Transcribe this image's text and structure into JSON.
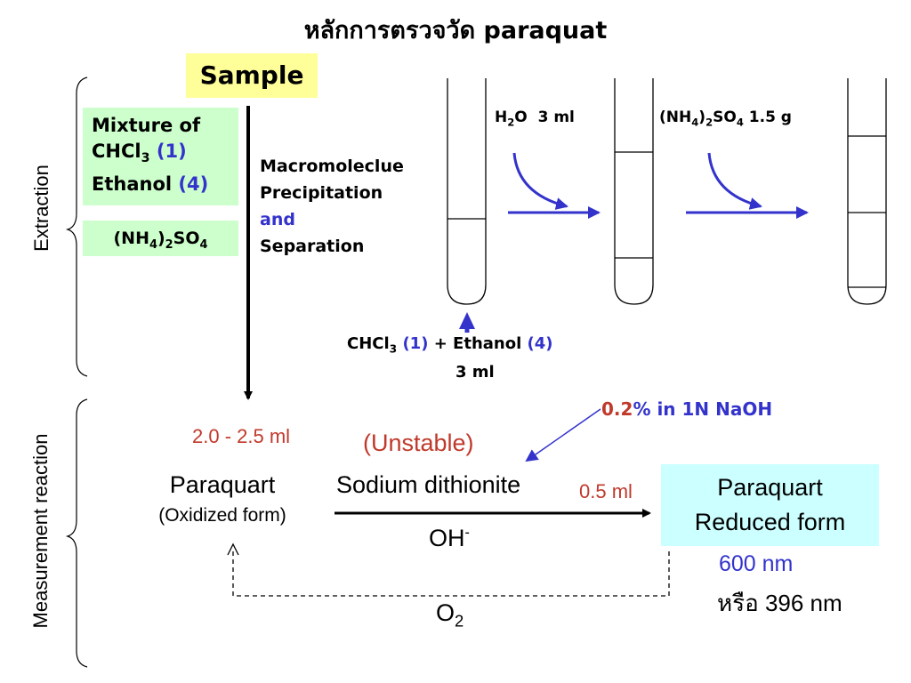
{
  "title": "หลักการตรวจวัด paraquat",
  "side_labels": {
    "extraction": "Extraction",
    "measurement": "Measurement reaction"
  },
  "sample": "Sample",
  "mixture": {
    "line1": "Mixture of",
    "chcl": "CHCl",
    "chcl_sub": "3",
    "chcl_ratio": "(1)",
    "ethanol": "Ethanol",
    "ethanol_ratio": "(4)"
  },
  "ammonium": {
    "a": "(NH",
    "a_sub": "4",
    "b": ")",
    "b_sub": "2",
    "c": "SO",
    "c_sub": "4"
  },
  "macro": {
    "line1": "Macromoleclue",
    "line2": "Precipitation",
    "line3": "and",
    "line4": "Separation"
  },
  "tube_step1": {
    "h": "H",
    "h_sub": "2",
    "rest": "O  3 ml"
  },
  "tube_step2": {
    "a": "(NH",
    "a_sub": "4",
    "b": ")",
    "b_sub": "2",
    "c": "SO",
    "c_sub": "4",
    "d": " 1.5 g"
  },
  "chloroform_add": {
    "chcl": "CHCl",
    "chcl_sub": "3",
    "ratio1": "(1)",
    "plus_ethanol": " + Ethanol ",
    "ratio2": "(4)",
    "volume": "3 ml"
  },
  "reaction": {
    "naoh_pct": "0.2",
    "naoh_rest": "% in 1N NaOH",
    "vol_paraquart": "2.0 - 2.5 ml",
    "unstable": "(Unstable)",
    "paraquart": "Paraquart",
    "oxidized": "(Oxidized form)",
    "dithionite": "Sodium dithionite",
    "vol_dithionite": "0.5 ml",
    "oh": "OH",
    "oh_sup": "-",
    "reduced_line1": "Paraquart",
    "reduced_line2": "Reduced form",
    "nm600": "600 nm",
    "nm396": "หรือ 396 nm",
    "o2": "O",
    "o2_sub": "2"
  },
  "colors": {
    "sample_bg": "#ffff99",
    "mixture_bg": "#ccffcc",
    "reduced_bg": "#ccffff",
    "accent_blue": "#3333cc",
    "accent_red": "#c0392b"
  }
}
